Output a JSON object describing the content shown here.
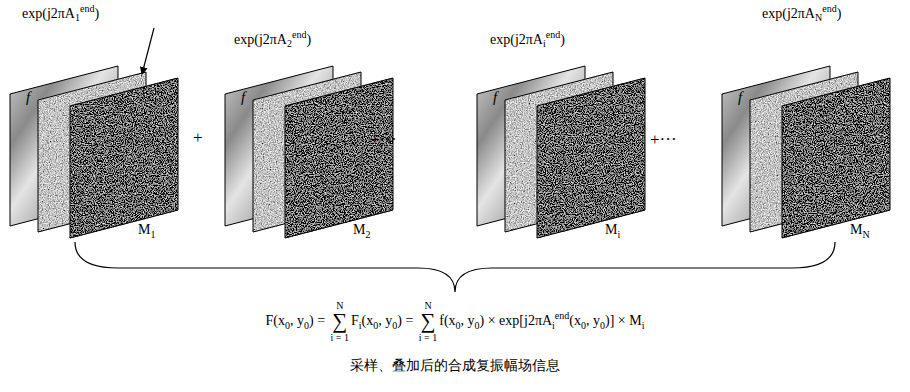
{
  "diagram": {
    "caption": "采样、叠加后的合成复振幅场信息",
    "labels": [
      "exp(j2πA",
      "1",
      "end",
      ")",
      "exp(j2πA",
      "2",
      "end",
      ")",
      "exp(j2πA",
      "i",
      "end",
      ")",
      "exp(j2πA",
      "N",
      "end",
      ")",
      "f",
      "f",
      "f",
      "f",
      "+",
      "+···",
      "+···",
      "M",
      "1",
      "M",
      "2",
      "M",
      "i",
      "M",
      "N",
      "F(x",
      "0",
      ", y",
      "0",
      ") = ",
      "∑",
      "i = 1",
      "N",
      "F",
      "i",
      "(x",
      "0",
      ", y",
      "0",
      ") = ",
      "∑",
      "i = 1",
      "N",
      "f(x",
      "0",
      ", y",
      "0",
      ") × exp[j2πA",
      "i",
      "end",
      "(x",
      "0",
      ", y",
      "0",
      ")] × M",
      "i"
    ]
  }
}
